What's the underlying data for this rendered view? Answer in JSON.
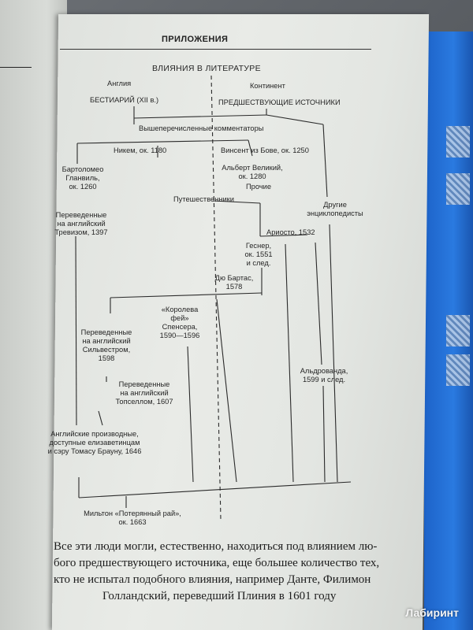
{
  "header": "ПРИЛОЖЕНИЯ",
  "diagram": {
    "title": "ВЛИЯНИЯ В ЛИТЕРАТУРЕ",
    "england": "Англия",
    "continent": "Континент",
    "bestiary": "БЕСТИАРИЙ (XII в.)",
    "prior_sources": "ПРЕДШЕСТВУЮЩИЕ ИСТОЧНИКИ",
    "commentators": "Вышеперечисленные комментаторы",
    "nickem": "Никем, ок. 1180",
    "vincent": "Винсент из Бове, ок. 1250",
    "bartholomew": [
      "Бартоломео",
      "Гланвиль,",
      "ок. 1260"
    ],
    "albert": [
      "Альберт Великий,",
      "ок. 1280"
    ],
    "others": "Прочие",
    "travelers": "Путешественники",
    "other_encyclopedists": [
      "Другие",
      "энциклопедисты"
    ],
    "trevisa": [
      "Переведенные",
      "на английский",
      "Тревизом, 1397"
    ],
    "ariosto": "Ариосто, 1532",
    "gesner": [
      "Геснер,",
      "ок. 1551",
      "и след."
    ],
    "du_bartas": [
      "Дю Бартас,",
      "1578"
    ],
    "faerie_queene": [
      "«Королева",
      "фей»",
      "Спенсера,",
      "1590—1596"
    ],
    "sylvester": [
      "Переведенные",
      "на английский",
      "Сильвестром,",
      "1598"
    ],
    "aldrovandi": [
      "Альдрованда,",
      "1599 и след."
    ],
    "topsell": [
      "Переведенные",
      "на английский",
      "Топселлом, 1607"
    ],
    "english_derivatives": [
      "Английские производные,",
      "доступные елизаветинцам",
      "и сэру Томасу Брауну, 1646"
    ],
    "milton": [
      "Мильтон «Потерянный рай»,",
      "ок. 1663"
    ]
  },
  "paragraph": [
    "Все эти люди могли, естественно, находиться под влиянием лю-",
    "бого предшествующего источника, еще большее количество тех,",
    "кто не испытал подобного влияния, например Данте, Филимон",
    "Голландский, переведший Плиния в 1601 году"
  ],
  "watermark": "Лабиринт"
}
